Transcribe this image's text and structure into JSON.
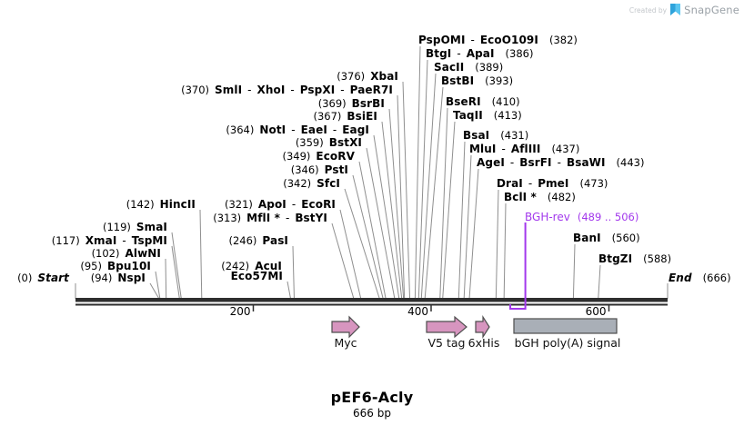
{
  "watermark": {
    "created_by": "Created by",
    "brand": "SnapGene"
  },
  "map": {
    "title": "pEF6-Acly",
    "subtitle": "666 bp",
    "length_bp": 666,
    "axis_ticks": [
      200,
      400,
      600
    ],
    "colors": {
      "backbone": "#2E2E2E",
      "connector": "#8F8F8F",
      "primer": "#A238EC",
      "feature_fill": "#D795BF",
      "feature_stroke": "#4D4D4D",
      "box_fill": "#A9AFB7",
      "brand_blue_light": "#5BC6F0",
      "brand_blue_dark": "#2FA3DB"
    },
    "sites": [
      {
        "bp": 376,
        "pos": "(376)",
        "names": "XbaI"
      },
      {
        "bp": 370,
        "pos": "(370)",
        "names": "SmlI - XhoI - PspXI - PaeR7I"
      },
      {
        "bp": 369,
        "pos": "(369)",
        "names": "BsrBI"
      },
      {
        "bp": 367,
        "pos": "(367)",
        "names": "BsiEI"
      },
      {
        "bp": 364,
        "pos": "(364)",
        "names": "NotI - EaeI - EagI"
      },
      {
        "bp": 359,
        "pos": "(359)",
        "names": "BstXI"
      },
      {
        "bp": 349,
        "pos": "(349)",
        "names": "EcoRV"
      },
      {
        "bp": 346,
        "pos": "(346)",
        "names": "PstI"
      },
      {
        "bp": 342,
        "pos": "(342)",
        "names": "SfcI"
      },
      {
        "bp": 142,
        "pos": "(142)",
        "names": "HincII"
      },
      {
        "bp": 321,
        "pos": "(321)",
        "names": "ApoI - EcoRI"
      },
      {
        "bp": 313,
        "pos": "(313)",
        "names": "MflI * - BstYI"
      },
      {
        "bp": 119,
        "pos": "(119)",
        "names": "SmaI"
      },
      {
        "bp": 117,
        "pos": "(117)",
        "names": "XmaI - TspMI"
      },
      {
        "bp": 246,
        "pos": "(246)",
        "names": "PasI"
      },
      {
        "bp": 102,
        "pos": "(102)",
        "names": "AlwNI"
      },
      {
        "bp": 95,
        "pos": "(95)",
        "names": "Bpu10I"
      },
      {
        "bp": 242,
        "pos": "(242)",
        "names": "AcuI"
      },
      {
        "bp": 94,
        "pos": "(94)",
        "names": "NspI"
      },
      {
        "bp": 242,
        "pos": "",
        "names": "Eco57MI"
      },
      {
        "bp": 0,
        "pos": "(0)",
        "names": "Start",
        "kind": "terminus"
      },
      {
        "bp": 382,
        "pos": "(382)",
        "names": "PspOMI - EcoO109I"
      },
      {
        "bp": 386,
        "pos": "(386)",
        "names": "BtgI - ApaI"
      },
      {
        "bp": 389,
        "pos": "(389)",
        "names": "SacII"
      },
      {
        "bp": 393,
        "pos": "(393)",
        "names": "BstBI"
      },
      {
        "bp": 410,
        "pos": "(410)",
        "names": "BseRI"
      },
      {
        "bp": 413,
        "pos": "(413)",
        "names": "TaqII"
      },
      {
        "bp": 431,
        "pos": "(431)",
        "names": "BsaI"
      },
      {
        "bp": 437,
        "pos": "(437)",
        "names": "MluI - AflIII"
      },
      {
        "bp": 443,
        "pos": "(443)",
        "names": "AgeI - BsrFI - BsaWI"
      },
      {
        "bp": 473,
        "pos": "(473)",
        "names": "DraI - PmeI"
      },
      {
        "bp": 482,
        "pos": "(482)",
        "names": "BclI *"
      },
      {
        "bp": 560,
        "pos": "(560)",
        "names": "BanI"
      },
      {
        "bp": 588,
        "pos": "(588)",
        "names": "BtgZI"
      },
      {
        "bp": 666,
        "pos": "(666)",
        "names": "End",
        "kind": "terminus"
      }
    ],
    "primer": {
      "name": "BGH-rev",
      "range_label": "(489 .. 506)",
      "start": 489,
      "end": 506,
      "direction": "reverse"
    },
    "features": [
      {
        "label": "Myc",
        "shape": "arrow"
      },
      {
        "label": "V5 tag",
        "shape": "arrow"
      },
      {
        "label": "6xHis",
        "shape": "arrow"
      },
      {
        "label": "bGH poly(A) signal",
        "shape": "box"
      }
    ]
  }
}
